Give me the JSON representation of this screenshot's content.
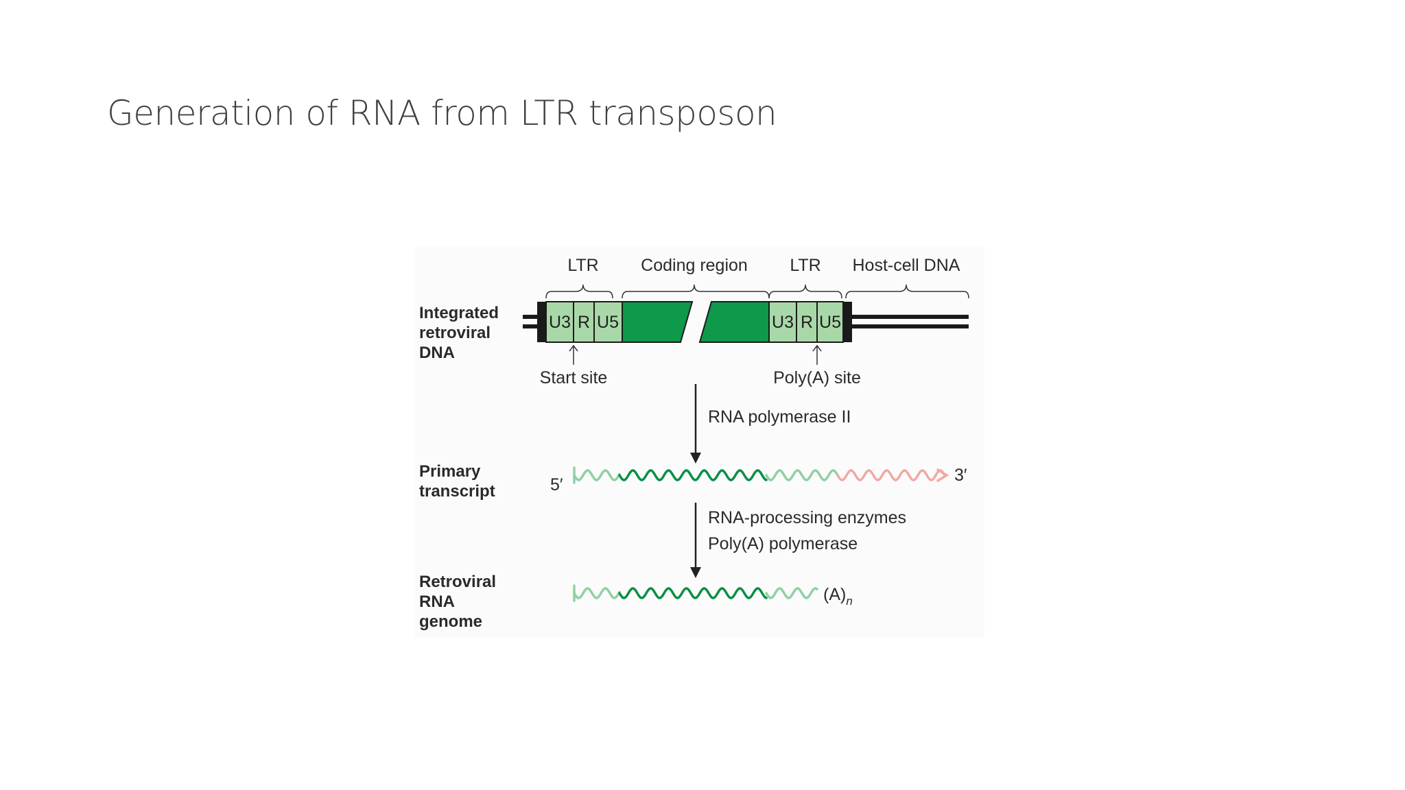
{
  "slide": {
    "title": "Generation of RNA from LTR transposon"
  },
  "diagram": {
    "top_labels": {
      "ltr_left": "LTR",
      "coding_region": "Coding region",
      "ltr_right": "LTR",
      "host_cell_dna": "Host-cell DNA"
    },
    "side_labels": {
      "integrated": [
        "Integrated",
        "retroviral",
        "DNA"
      ],
      "primary": [
        "Primary",
        "transcript"
      ],
      "genome": [
        "Retroviral",
        "RNA",
        "genome"
      ]
    },
    "ltr_segments": [
      "U3",
      "R",
      "U5"
    ],
    "start_site": "Start site",
    "polya_site": "Poly(A) site",
    "step1_enzyme": "RNA polymerase II",
    "step2_enzymes": [
      "RNA-processing enzymes",
      "Poly(A) polymerase"
    ],
    "five_prime": "5′",
    "three_prime": "3′",
    "polya_tail": "(A)",
    "polya_subscript": "n",
    "colors": {
      "ltr_fill": "#a9d8a8",
      "coding_fill": "#0e9a4a",
      "dark": "#1a1a1a",
      "rna_light": "#8fd1a3",
      "rna_dark": "#0b8f45",
      "rna_host": "#f2a8a3",
      "arrow": "#222222"
    }
  }
}
